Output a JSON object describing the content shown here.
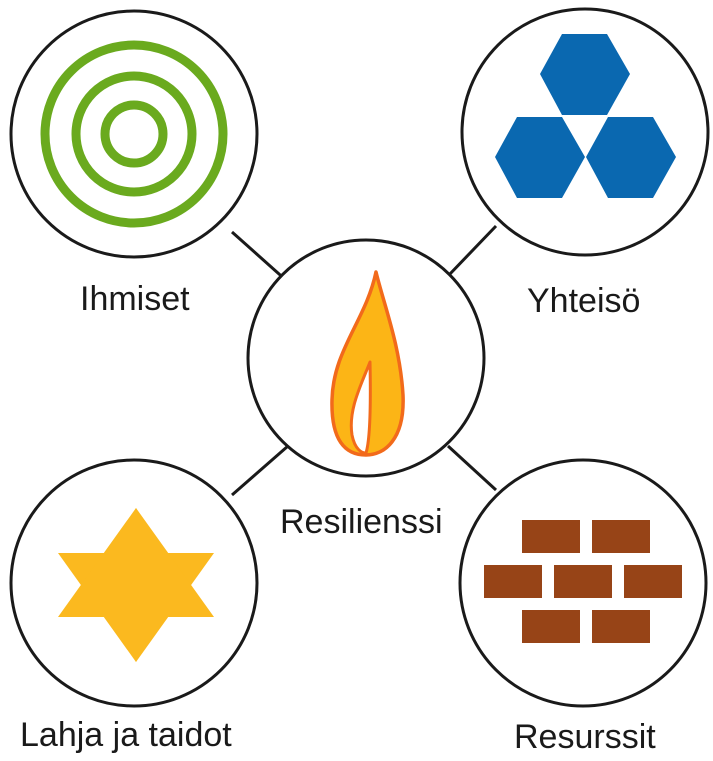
{
  "center": {
    "label": "Resilienssi",
    "icon": "flame-icon"
  },
  "nodes": [
    {
      "id": "people",
      "label": "Ihmiset",
      "icon": "concentric-rings-icon",
      "color": "#6aaa1e"
    },
    {
      "id": "community",
      "label": "Yhteisö",
      "icon": "hexagons-icon",
      "color": "#0a68b0"
    },
    {
      "id": "gifts",
      "label": "Lahja ja taidot",
      "icon": "star-icon",
      "color": "#fbb91f"
    },
    {
      "id": "resources",
      "label": "Resurssit",
      "icon": "brick-wall-icon",
      "color": "#974417"
    }
  ],
  "colors": {
    "flame_fill": "#fcb516",
    "flame_stroke": "#f26a1b",
    "outline": "#1a1a1a"
  }
}
